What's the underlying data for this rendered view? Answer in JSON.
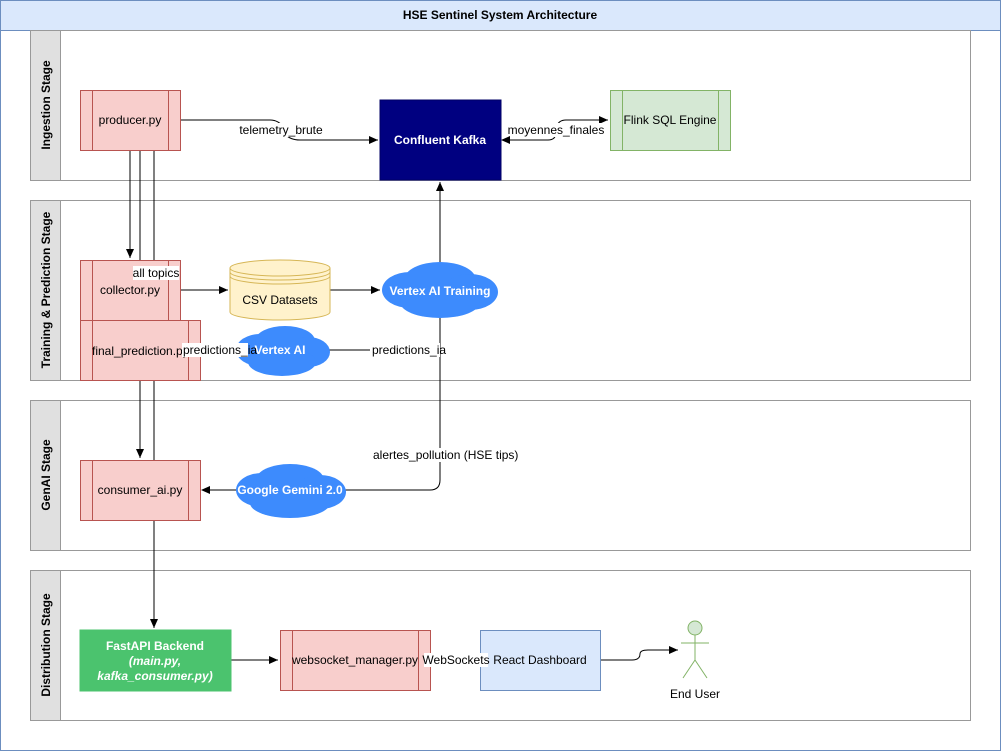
{
  "title": "HSE Sentinel System Architecture",
  "lanes": {
    "ingestion": "Ingestion Stage",
    "training": "Training & Prediction Stage",
    "genai": "GenAI Stage",
    "distribution": "Distribution Stage"
  },
  "nodes": {
    "producer": "producer.py",
    "kafka": "Confluent Kafka",
    "flink": "Flink SQL Engine",
    "collector": "collector.py",
    "csv": "CSV Datasets",
    "vertex_training": "Vertex AI Training",
    "final_prediction": "final_prediction.py",
    "vertex_ai": "Vertex AI",
    "consumer_ai": "consumer_ai.py",
    "gemini": "Google Gemini 2.0",
    "fastapi_title": "FastAPI Backend",
    "fastapi_sub1": "(main.py,",
    "fastapi_sub2": "kafka_consumer.py)",
    "websocket_manager": "websocket_manager.py",
    "react": "React Dashboard",
    "end_user": "End User"
  },
  "edges": {
    "telemetry": "telemetry_brute",
    "moyennes": "moyennes_finales",
    "all_topics": "all topics",
    "predictions_left": "predictions_ia",
    "predictions_right": "predictions_ia",
    "alertes": "alertes_pollution (HSE tips)",
    "websockets": "WebSockets"
  },
  "colors": {
    "pool_header": "#dae8fc",
    "pool_border": "#6c8ebf",
    "lane_header": "#e0e0e0",
    "process_fill": "#f8cecc",
    "process_border": "#b85450",
    "kafka_fill": "#000080",
    "flink_fill": "#d5e8d4",
    "flink_border": "#82b366",
    "db_fill": "#fff2cc",
    "db_border": "#d6b656",
    "cloud_fill": "#3d8bfd",
    "fastapi_fill": "#4bc36e",
    "react_fill": "#dae8fc",
    "actor_stroke": "#82b366"
  }
}
